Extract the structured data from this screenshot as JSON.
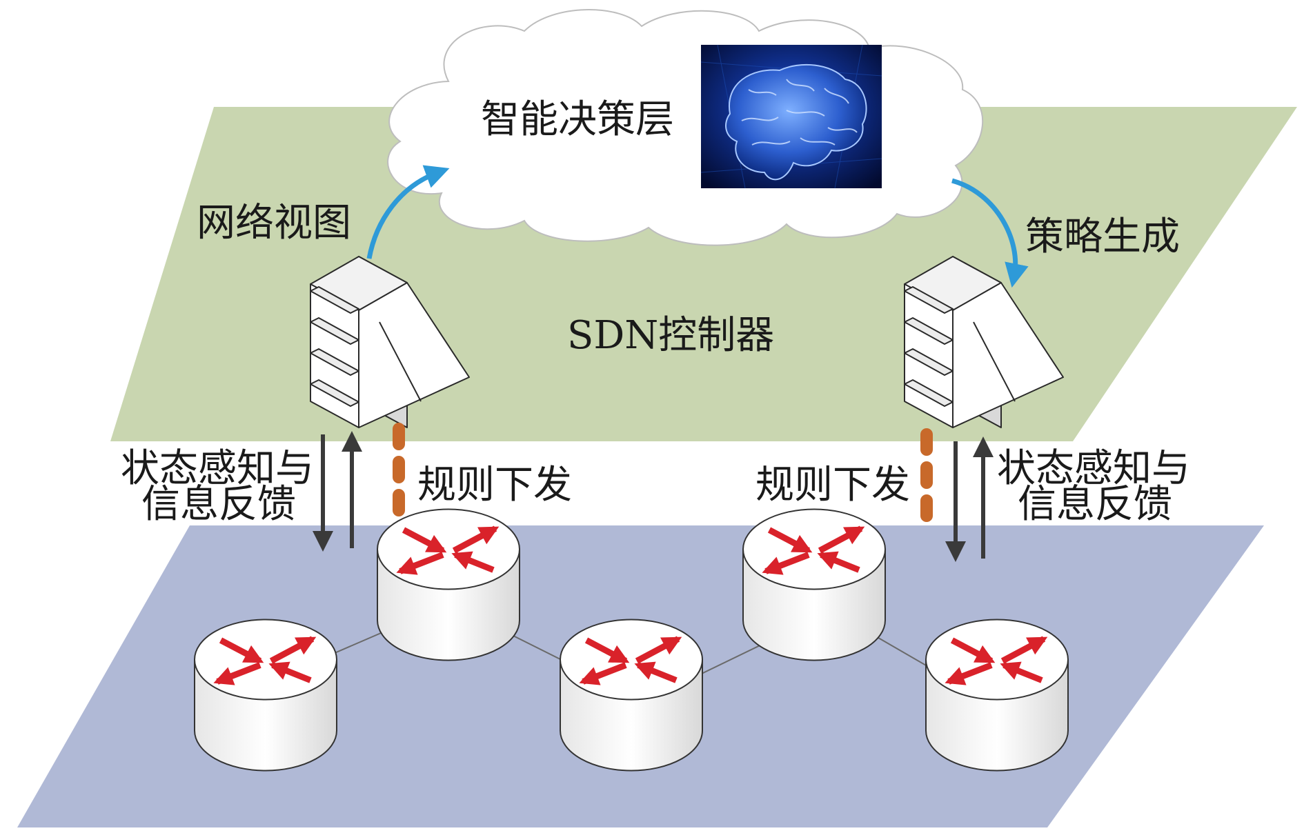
{
  "layers": {
    "decision": {
      "label": "智能决策层",
      "color": "#ffffff",
      "image": "brain-image"
    },
    "control": {
      "label": "SDN控制器",
      "color": "#c9d6b0"
    },
    "data": {
      "color": "#b0b9d6"
    }
  },
  "left_side": {
    "view_label": "网络视图",
    "feedback_line1": "状态感知与",
    "feedback_line2": "信息反馈",
    "rules_label": "规则下发"
  },
  "right_side": {
    "strategy_label": "策略生成",
    "feedback_line1": "状态感知与",
    "feedback_line2": "信息反馈",
    "rules_label": "规则下发"
  },
  "colors": {
    "curved_arrow": "#2e9ad8",
    "rules_dashes": "#c8692a",
    "router_arrows": "#d9222a",
    "vertical_arrows": "#3a3a3a"
  },
  "icons": {
    "controller": "server-icon",
    "router": "router-icon"
  }
}
